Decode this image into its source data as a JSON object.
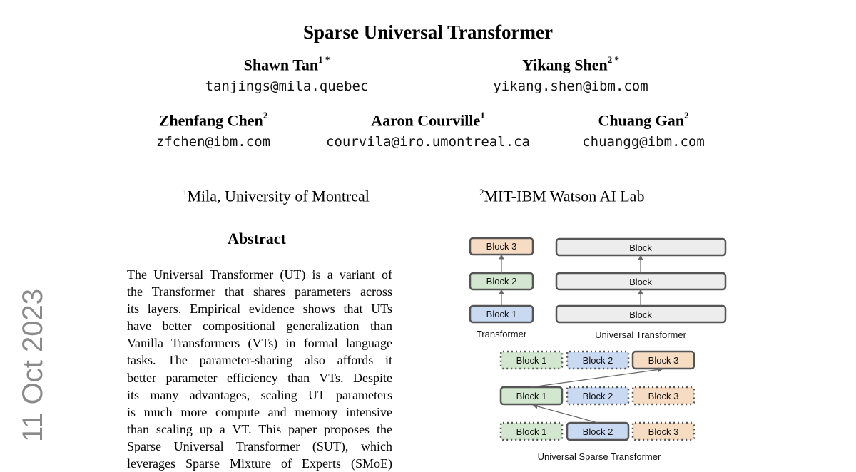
{
  "arxiv_stamp": "11 Oct 2023",
  "title": "Sparse Universal Transformer",
  "authors": [
    {
      "name": "Shawn Tan",
      "sup": "1 *",
      "email": "tanjings@mila.quebec"
    },
    {
      "name": "Yikang Shen",
      "sup": "2 *",
      "email": "yikang.shen@ibm.com"
    },
    {
      "name": "Zhenfang Chen",
      "sup": "2",
      "email": "zfchen@ibm.com"
    },
    {
      "name": "Aaron Courville",
      "sup": "1",
      "email": "courvila@iro.umontreal.ca"
    },
    {
      "name": "Chuang Gan",
      "sup": "2",
      "email": "chuangg@ibm.com"
    }
  ],
  "affiliations": [
    {
      "sup": "1",
      "text": "Mila, University of Montreal"
    },
    {
      "sup": "2",
      "text": "MIT-IBM Watson AI Lab"
    }
  ],
  "abstract": {
    "heading": "Abstract",
    "lines": [
      "The Universal Transformer (UT) is a variant of",
      "the Transformer that shares parameters across",
      "its layers. Empirical evidence shows that UTs",
      "have better compositional generalization than",
      "Vanilla Transformers (VTs) in formal language",
      "tasks.  The parameter-sharing also affords it",
      "better parameter efficiency than VTs. Despite",
      "its many advantages, scaling UT parameters",
      "is much more compute and memory intensive",
      "than scaling up a VT. This paper proposes the",
      "Sparse Universal Transformer (SUT), which",
      "leverages Sparse Mixture of Experts (SMoE)"
    ]
  },
  "figure": {
    "transformer_blocks": [
      "Block 3",
      "Block 2",
      "Block 1"
    ],
    "transformer_label": "Transformer",
    "universal_blocks": [
      "Block",
      "Block",
      "Block"
    ],
    "universal_label": "Universal Transformer",
    "sparse_rows": [
      [
        "Block 1",
        "Block 2",
        "Block 3"
      ],
      [
        "Block 1",
        "Block 2",
        "Block 3"
      ],
      [
        "Block 1",
        "Block 2",
        "Block 3"
      ]
    ],
    "sparse_label": "Universal Sparse Transformer",
    "colors": {
      "block1": "#c9d9f2",
      "block2": "#d3e6cf",
      "block3": "#f7dcc4",
      "universal": "#ededed",
      "border": "#555555"
    }
  }
}
